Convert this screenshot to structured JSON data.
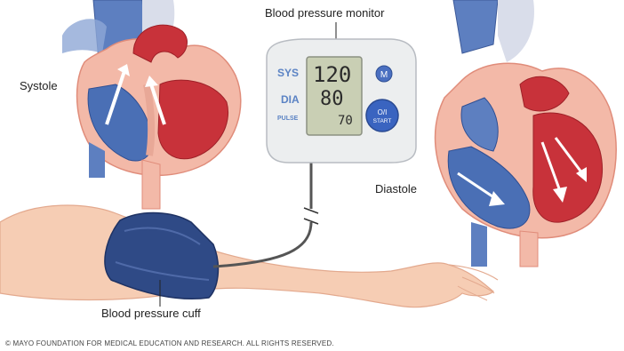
{
  "labels": {
    "monitor": "Blood pressure monitor",
    "systole": "Systole",
    "diastole": "Diastole",
    "cuff": "Blood pressure cuff"
  },
  "device": {
    "sys_label": "SYS",
    "sys_value": "120",
    "dia_label": "DIA",
    "dia_value": "80",
    "pulse_label": "PULSE",
    "pulse_value": "70",
    "mem_button": "M",
    "start_button_line1": "O/I",
    "start_button_line2": "START"
  },
  "copyright": "© MAYO FOUNDATION FOR MEDICAL EDUCATION AND RESEARCH. ALL RIGHTS RESERVED.",
  "colors": {
    "artery_red": "#c8323a",
    "vein_blue": "#4a6fb5",
    "muscle_pink": "#f3b9a8",
    "cuff_navy": "#2f4a86",
    "skin": "#f6cdb4"
  }
}
